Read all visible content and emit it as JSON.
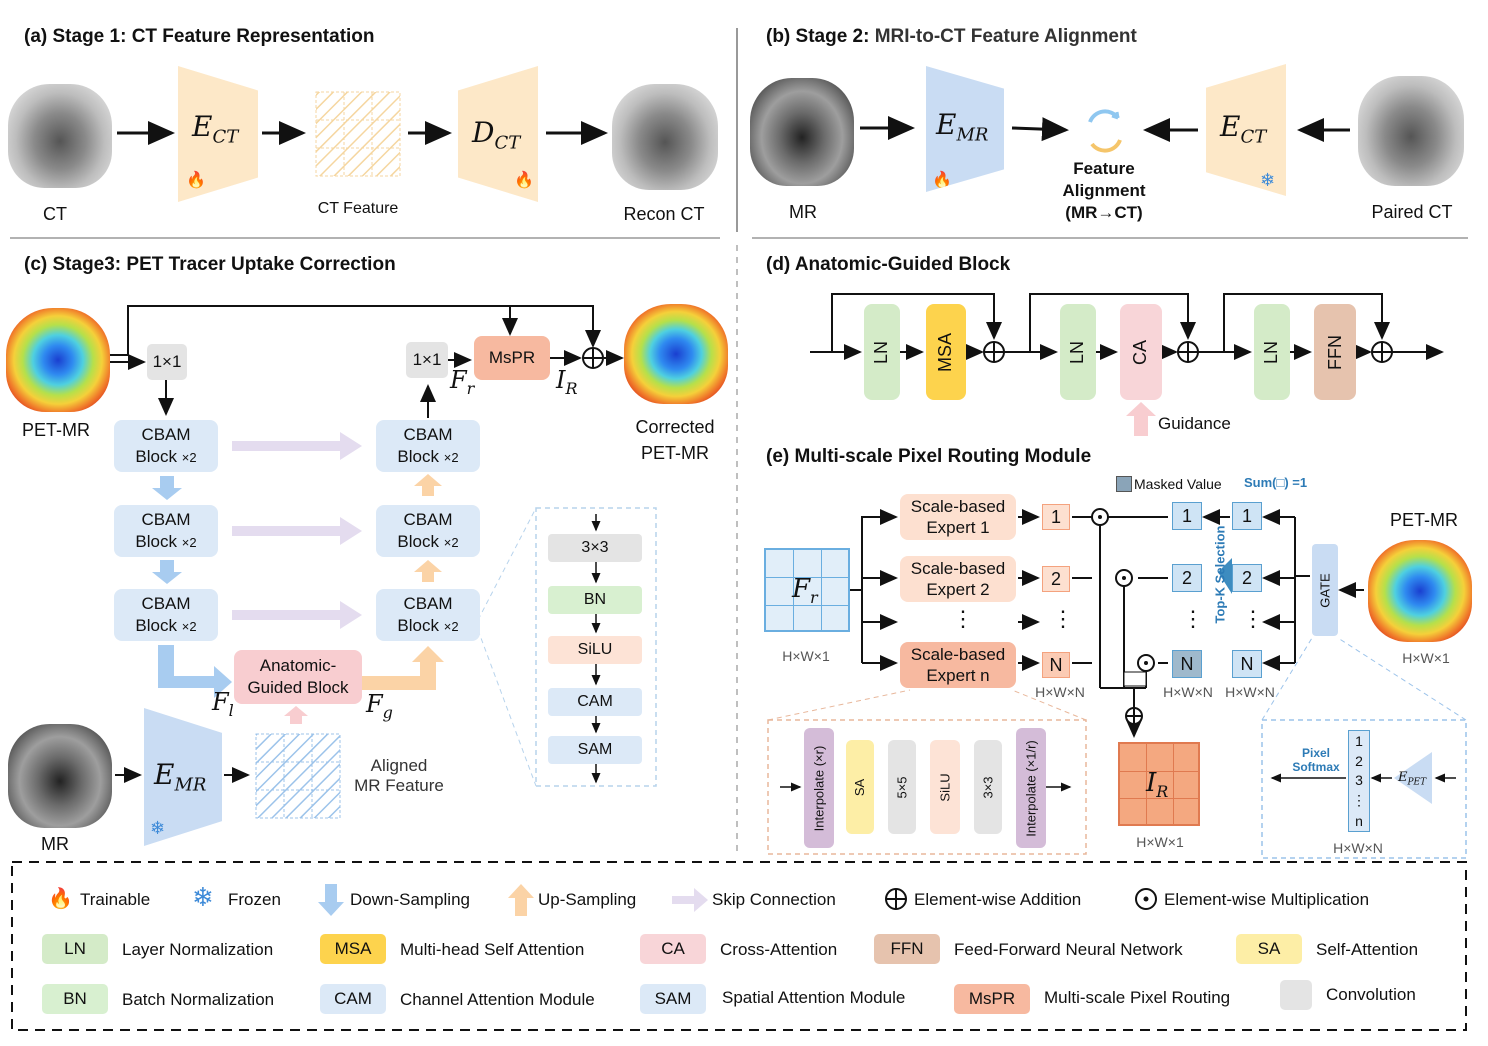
{
  "stage1": {
    "title": "(a) Stage 1: CT Feature Representation",
    "encoder": "E",
    "encoder_sub": "CT",
    "decoder": "D",
    "decoder_sub": "CT",
    "input_label": "CT",
    "feature_label": "CT Feature",
    "output_label": "Recon CT"
  },
  "stage2": {
    "title_prefix": "(b) Stage 2: ",
    "title_main": "MRI-to-CT Feature Alignment",
    "encoder_mr": "E",
    "encoder_mr_sub": "MR",
    "encoder_ct": "E",
    "encoder_ct_sub": "CT",
    "input_label": "MR",
    "paired_label": "Paired CT",
    "align_label": "Feature\nAlignment\n(MR→CT)"
  },
  "stage3": {
    "title": "(c) Stage3: PET Tracer Uptake Correction",
    "pet_label": "PET-MR",
    "conv1": "1×1",
    "conv2": "1×1",
    "mspr": "MsPR",
    "fr": "F",
    "fr_sub": "r",
    "ir": "I",
    "ir_sub": "R",
    "corrected": "Corrected\nPET-MR",
    "cbam_label": "CBAM",
    "block_label": "Block",
    "x2": "×2",
    "agb": "Anatomic-\nGuided  Block",
    "fl": "F",
    "fl_sub": "l",
    "fg": "F",
    "fg_sub": "g",
    "mr_label": "MR",
    "emr": "E",
    "emr_sub": "MR",
    "aligned": "Aligned\nMR Feature",
    "detail": [
      "3×3",
      "BN",
      "SiLU",
      "CAM",
      "SAM"
    ]
  },
  "agblock": {
    "title": "(d) Anatomic-Guided Block",
    "blocks": [
      "LN",
      "MSA",
      "LN",
      "CA",
      "LN",
      "FFN"
    ],
    "guidance": "Guidance"
  },
  "mspr": {
    "title": "(e) Multi-scale Pixel Routing Module",
    "experts": [
      "Scale-based\nExpert 1",
      "Scale-based\nExpert 2",
      "Scale-based\nExpert n"
    ],
    "dots": "⋮",
    "fr": "F",
    "fr_sub": "r",
    "hw1": "H×W×1",
    "hwn": "H×W×N",
    "masked": "Masked Value",
    "sum": "Sum(□) =1",
    "topk": "Top-K  Selection",
    "pet_label": "PET-MR",
    "gate": "GATE",
    "ir": "I",
    "ir_sub": "R",
    "outs": [
      "1",
      "2",
      "N"
    ],
    "expert_detail": [
      "Interpolate (×r)",
      "SA",
      "5×5",
      "SiLU",
      "3×3",
      "Interpolate (×1/r)"
    ],
    "pixel_softmax": "Pixel\nSoftmax",
    "epet": "E",
    "epet_sub": "PET",
    "gate_nums": [
      "1",
      "2",
      "3",
      "⋮",
      "n"
    ]
  },
  "legend": {
    "row1": [
      "Trainable",
      "Frozen",
      "Down-Sampling",
      "Up-Sampling",
      "Skip Connection",
      "Element-wise Addition",
      "Element-wise Multiplication"
    ],
    "row2": [
      {
        "abbr": "LN",
        "text": "Layer Normalization",
        "color": "#d4ebc8"
      },
      {
        "abbr": "MSA",
        "text": "Multi-head Self Attention",
        "color": "#fdd34d"
      },
      {
        "abbr": "CA",
        "text": "Cross-Attention",
        "color": "#f8d5d8"
      },
      {
        "abbr": "FFN",
        "text": "Feed-Forward Neural Network",
        "color": "#e6c3ae"
      },
      {
        "abbr": "SA",
        "text": "Self-Attention",
        "color": "#fdeea6"
      }
    ],
    "row3": [
      {
        "abbr": "BN",
        "text": "Batch Normalization",
        "color": "#d8f0d0"
      },
      {
        "abbr": "CAM",
        "text": "Channel Attention Module",
        "color": "#dce9f7"
      },
      {
        "abbr": "SAM",
        "text": "Spatial Attention Module",
        "color": "#dce9f7"
      },
      {
        "abbr": "MsPR",
        "text": "Multi-scale Pixel Routing",
        "color": "#f7b9a0"
      },
      {
        "abbr": "",
        "text": "Convolution",
        "color": "#e4e4e4"
      }
    ]
  },
  "colors": {
    "ct_encoder": "#fde8c8",
    "mr_encoder": "#c9dcf3",
    "mspr": "#f7b9a0",
    "agb": "#f8cdd0",
    "up_arrow": "#fbd3a6",
    "down_arrow": "#a8ccf0",
    "skip": "#e4dcef"
  }
}
